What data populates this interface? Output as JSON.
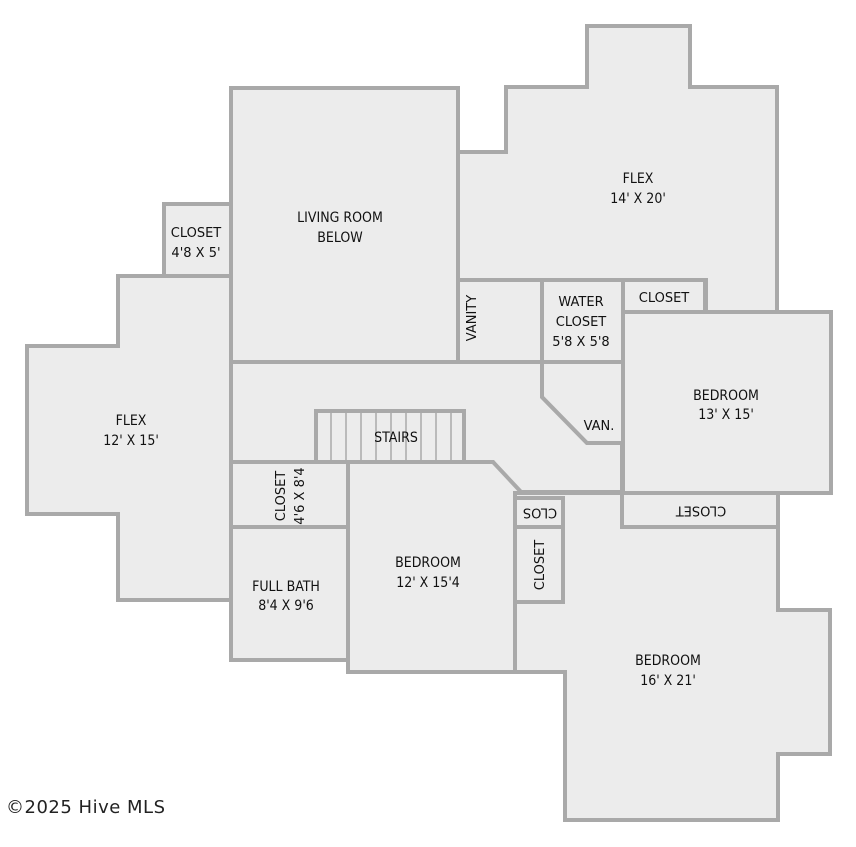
{
  "rooms": {
    "flex_top": {
      "name": "FLEX",
      "size": "14' X 20'"
    },
    "living_room": {
      "name": "LIVING ROOM",
      "name2": "BELOW"
    },
    "closet_left": {
      "name": "CLOSET",
      "size": "4'8 X 5'"
    },
    "flex_left": {
      "name": "FLEX",
      "size": "12' X 15'"
    },
    "vanity": {
      "name": "VANITY"
    },
    "water_closet": {
      "name": "WATER",
      "name2": "CLOSET",
      "size": "5'8 X 5'8"
    },
    "closet_top_right": {
      "name": "CLOSET"
    },
    "bedroom_right": {
      "name": "BEDROOM",
      "size": "13' X 15'"
    },
    "van": {
      "name": "VAN."
    },
    "stairs": {
      "name": "STAIRS"
    },
    "closet_stairs": {
      "name": "CLOSET",
      "size": "4'6 X 8'4"
    },
    "full_bath": {
      "name": "FULL BATH",
      "size": "8'4 X 9'6"
    },
    "bedroom_center": {
      "name": "BEDROOM",
      "size": "12' X 15'4"
    },
    "clos": {
      "name": "CLOS"
    },
    "closet_vertical": {
      "name": "CLOSET"
    },
    "closet_bottom_right": {
      "name": "CLOSET"
    },
    "bedroom_bottom": {
      "name": "BEDROOM",
      "size": "16' X 21'"
    }
  },
  "copyright": "©2025 Hive MLS",
  "colors": {
    "fill": "#ececec",
    "wall": "#a9a9a9",
    "text": "#111111"
  }
}
